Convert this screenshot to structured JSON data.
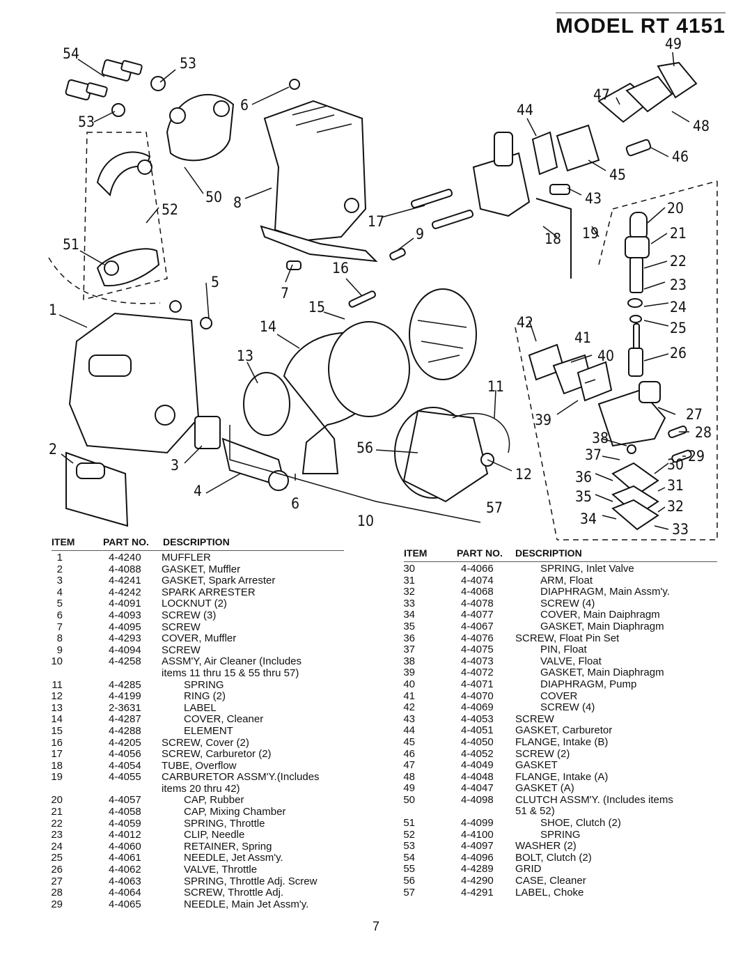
{
  "title": "MODEL RT 4151",
  "page_number": "7",
  "headers": {
    "item": "ITEM",
    "part_no": "PART NO.",
    "description": "DESCRIPTION"
  },
  "callouts": [
    "54",
    "53",
    "53",
    "6",
    "50",
    "52",
    "51",
    "1",
    "5",
    "8",
    "17",
    "9",
    "7",
    "16",
    "15",
    "14",
    "13",
    "2",
    "3",
    "4",
    "6",
    "11",
    "56",
    "10",
    "57",
    "12",
    "49",
    "47",
    "48",
    "44",
    "46",
    "45",
    "43",
    "20",
    "18",
    "19",
    "21",
    "22",
    "23",
    "24",
    "42",
    "25",
    "41",
    "40",
    "26",
    "39",
    "27",
    "28",
    "38",
    "37",
    "30",
    "29",
    "36",
    "31",
    "35",
    "32",
    "34",
    "33"
  ],
  "left_rows": [
    {
      "item": "1",
      "part": "4-4240",
      "desc": "MUFFLER"
    },
    {
      "item": "2",
      "part": "4-4088",
      "desc": "GASKET, Muffler"
    },
    {
      "item": "3",
      "part": "4-4241",
      "desc": "GASKET, Spark Arrester"
    },
    {
      "item": "4",
      "part": "4-4242",
      "desc": "SPARK ARRESTER"
    },
    {
      "item": "5",
      "part": "4-4091",
      "desc": "LOCKNUT (2)"
    },
    {
      "item": "6",
      "part": "4-4093",
      "desc": "SCREW (3)"
    },
    {
      "item": "7",
      "part": "4-4095",
      "desc": "SCREW"
    },
    {
      "item": "8",
      "part": "4-4293",
      "desc": "COVER, Muffler"
    },
    {
      "item": "9",
      "part": "4-4094",
      "desc": "SCREW"
    },
    {
      "item": "10",
      "part": "4-4258",
      "desc": "ASSM'Y, Air Cleaner (Includes"
    },
    {
      "item": "",
      "part": "",
      "desc": "items 11 thru 15 & 55 thru 57)"
    },
    {
      "item": "11",
      "part": "4-4285",
      "desc": "SPRING",
      "indent": true
    },
    {
      "item": "12",
      "part": "4-4199",
      "desc": "RING (2)",
      "indent": true
    },
    {
      "item": "13",
      "part": "2-3631",
      "desc": "LABEL",
      "indent": true
    },
    {
      "item": "14",
      "part": "4-4287",
      "desc": "COVER, Cleaner",
      "indent": true
    },
    {
      "item": "15",
      "part": "4-4288",
      "desc": "ELEMENT",
      "indent": true
    },
    {
      "item": "16",
      "part": "4-4205",
      "desc": "SCREW, Cover (2)"
    },
    {
      "item": "17",
      "part": "4-4056",
      "desc": "SCREW, Carburetor (2)"
    },
    {
      "item": "18",
      "part": "4-4054",
      "desc": "TUBE, Overflow"
    },
    {
      "item": "19",
      "part": "4-4055",
      "desc": "CARBURETOR ASSM'Y.(Includes"
    },
    {
      "item": "",
      "part": "",
      "desc": "items 20 thru 42)"
    },
    {
      "item": "20",
      "part": "4-4057",
      "desc": "CAP, Rubber",
      "indent": true
    },
    {
      "item": "21",
      "part": "4-4058",
      "desc": "CAP, Mixing Chamber",
      "indent": true
    },
    {
      "item": "22",
      "part": "4-4059",
      "desc": "SPRING, Throttle",
      "indent": true
    },
    {
      "item": "23",
      "part": "4-4012",
      "desc": "CLIP, Needle",
      "indent": true
    },
    {
      "item": "24",
      "part": "4-4060",
      "desc": "RETAINER, Spring",
      "indent": true
    },
    {
      "item": "25",
      "part": "4-4061",
      "desc": "NEEDLE, Jet Assm'y.",
      "indent": true
    },
    {
      "item": "26",
      "part": "4-4062",
      "desc": "VALVE, Throttle",
      "indent": true
    },
    {
      "item": "27",
      "part": "4-4063",
      "desc": "SPRING, Throttle Adj. Screw",
      "indent": true
    },
    {
      "item": "28",
      "part": "4-4064",
      "desc": "SCREW, Throttle Adj.",
      "indent": true
    },
    {
      "item": "29",
      "part": "4-4065",
      "desc": "NEEDLE, Main Jet Assm'y.",
      "indent": true
    }
  ],
  "right_rows": [
    {
      "item": "30",
      "part": "4-4066",
      "desc": "SPRING, Inlet Valve",
      "indent": true
    },
    {
      "item": "31",
      "part": "4-4074",
      "desc": "ARM, Float",
      "indent": true
    },
    {
      "item": "32",
      "part": "4-4068",
      "desc": "DIAPHRAGM, Main Assm'y.",
      "indent": true
    },
    {
      "item": "33",
      "part": "4-4078",
      "desc": "SCREW (4)",
      "indent": true
    },
    {
      "item": "34",
      "part": "4-4077",
      "desc": "COVER, Main Daiphragm",
      "indent": true
    },
    {
      "item": "35",
      "part": "4-4067",
      "desc": "GASKET, Main Diaphragm",
      "indent": true
    },
    {
      "item": "36",
      "part": "4-4076",
      "desc": "SCREW, Float Pin Set"
    },
    {
      "item": "37",
      "part": "4-4075",
      "desc": "PIN, Float",
      "indent": true
    },
    {
      "item": "38",
      "part": "4-4073",
      "desc": "VALVE, Float",
      "indent": true
    },
    {
      "item": "39",
      "part": "4-4072",
      "desc": "GASKET, Main Diaphragm",
      "indent": true
    },
    {
      "item": "40",
      "part": "4-4071",
      "desc": "DIAPHRAGM, Pump",
      "indent": true
    },
    {
      "item": "41",
      "part": "4-4070",
      "desc": "COVER",
      "indent": true
    },
    {
      "item": "42",
      "part": "4-4069",
      "desc": "SCREW (4)",
      "indent": true
    },
    {
      "item": "43",
      "part": "4-4053",
      "desc": "SCREW"
    },
    {
      "item": "44",
      "part": "4-4051",
      "desc": "GASKET, Carburetor"
    },
    {
      "item": "45",
      "part": "4-4050",
      "desc": "FLANGE, Intake (B)"
    },
    {
      "item": "46",
      "part": "4-4052",
      "desc": "SCREW (2)"
    },
    {
      "item": "47",
      "part": "4-4049",
      "desc": "GASKET"
    },
    {
      "item": "48",
      "part": "4-4048",
      "desc": "FLANGE, Intake (A)"
    },
    {
      "item": "49",
      "part": "4-4047",
      "desc": "GASKET (A)"
    },
    {
      "item": "50",
      "part": "4-4098",
      "desc": "CLUTCH ASSM'Y. (Includes items"
    },
    {
      "item": "",
      "part": "",
      "desc": "51 & 52)"
    },
    {
      "item": "51",
      "part": "4-4099",
      "desc": "SHOE, Clutch (2)",
      "indent": true
    },
    {
      "item": "52",
      "part": "4-4100",
      "desc": "SPRING",
      "indent": true
    },
    {
      "item": "53",
      "part": "4-4097",
      "desc": "WASHER (2)"
    },
    {
      "item": "54",
      "part": "4-4096",
      "desc": "BOLT, Clutch (2)"
    },
    {
      "item": "55",
      "part": "4-4289",
      "desc": "GRID"
    },
    {
      "item": "56",
      "part": "4-4290",
      "desc": "CASE, Cleaner"
    },
    {
      "item": "57",
      "part": "4-4291",
      "desc": "LABEL, Choke"
    }
  ]
}
